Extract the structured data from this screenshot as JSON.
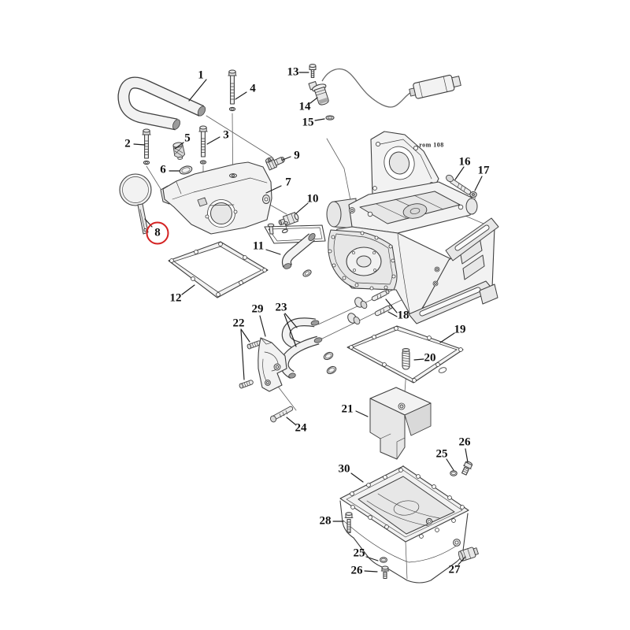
{
  "diagram": {
    "background": "#ffffff",
    "line_color": "#3f3f3f",
    "fill_light": "#f2f2f2",
    "fill_mid": "#e7e7e7",
    "fill_dark": "#d9d9d9",
    "accent_red": "#d42222",
    "label_color": "#101010"
  },
  "note": {
    "text": "rom 108"
  },
  "highlighted_part": "8",
  "labels": [
    {
      "text": "1"
    },
    {
      "text": "2"
    },
    {
      "text": "3"
    },
    {
      "text": "4"
    },
    {
      "text": "5"
    },
    {
      "text": "6"
    },
    {
      "text": "7"
    },
    {
      "text": "8"
    },
    {
      "text": "9"
    },
    {
      "text": "10"
    },
    {
      "text": "11"
    },
    {
      "text": "12"
    },
    {
      "text": "13"
    },
    {
      "text": "14"
    },
    {
      "text": "15"
    },
    {
      "text": "16"
    },
    {
      "text": "17"
    },
    {
      "text": "18"
    },
    {
      "text": "19"
    },
    {
      "text": "20"
    },
    {
      "text": "21"
    },
    {
      "text": "22"
    },
    {
      "text": "23"
    },
    {
      "text": "24"
    },
    {
      "text": "25"
    },
    {
      "text": "26"
    },
    {
      "text": "27"
    },
    {
      "text": "28"
    },
    {
      "text": "25"
    },
    {
      "text": "26"
    },
    {
      "text": "29"
    },
    {
      "text": "30"
    }
  ]
}
